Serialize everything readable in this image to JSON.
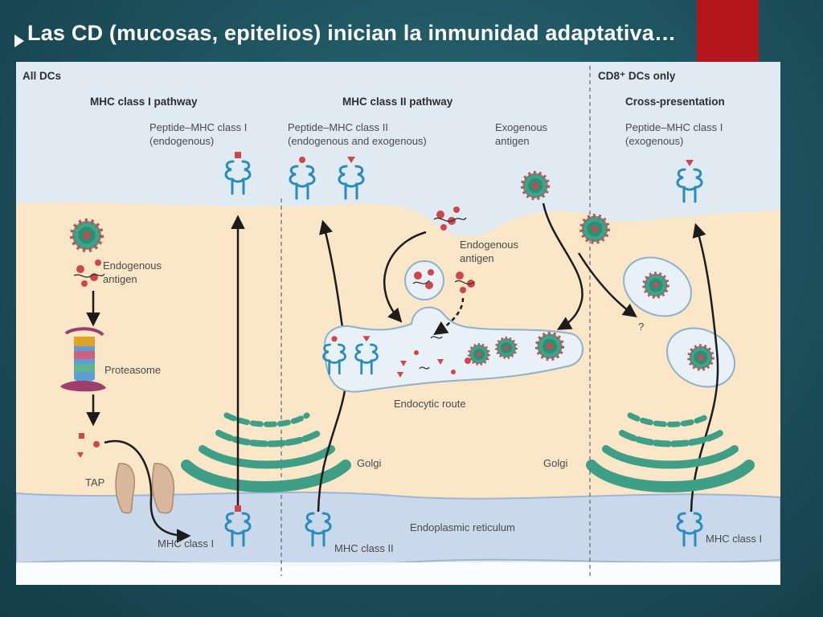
{
  "slide": {
    "title": "Las CD (mucosas, epitelios) inician la inmunidad adaptativa…",
    "accent_color": "#b5161b",
    "background_color": "#1e5460"
  },
  "figure": {
    "colors": {
      "extracellular": "#dfeaf3",
      "cytoplasm": "#fbe6c8",
      "er": "#c9d8ea",
      "golgi": "#3f9e86",
      "endosome": "#e9f1f8",
      "arrow": "#1c1c1c",
      "mhc": "#2a8bbf",
      "peptide": "#d0454a"
    },
    "headers": {
      "all_dcs": "All DCs",
      "cd8_dcs": "CD8⁺ DCs only",
      "mhc1_pathway": "MHC class I pathway",
      "mhc2_pathway": "MHC class II pathway",
      "cross_presentation": "Cross-presentation"
    },
    "labels": {
      "peptide_mhc1_endo_1": "Peptide–MHC class I",
      "peptide_mhc1_endo_2": "(endogenous)",
      "peptide_mhc2_1": "Peptide–MHC class II",
      "peptide_mhc2_2": "(endogenous and exogenous)",
      "exogenous_1": "Exogenous",
      "exogenous_2": "antigen",
      "peptide_mhc1_exo_1": "Peptide–MHC class I",
      "peptide_mhc1_exo_2": "(exogenous)",
      "endogenous_left_1": "Endogenous",
      "endogenous_left_2": "antigen",
      "endogenous_mid_1": "Endogenous",
      "endogenous_mid_2": "antigen",
      "proteasome": "Proteasome",
      "tap": "TAP",
      "golgi_left": "Golgi",
      "golgi_right": "Golgi",
      "endocytic_route": "Endocytic route",
      "er": "Endoplasmic reticulum",
      "mhc1_left": "MHC class I",
      "mhc2": "MHC class II",
      "mhc1_right": "MHC class I",
      "question": "?"
    }
  }
}
